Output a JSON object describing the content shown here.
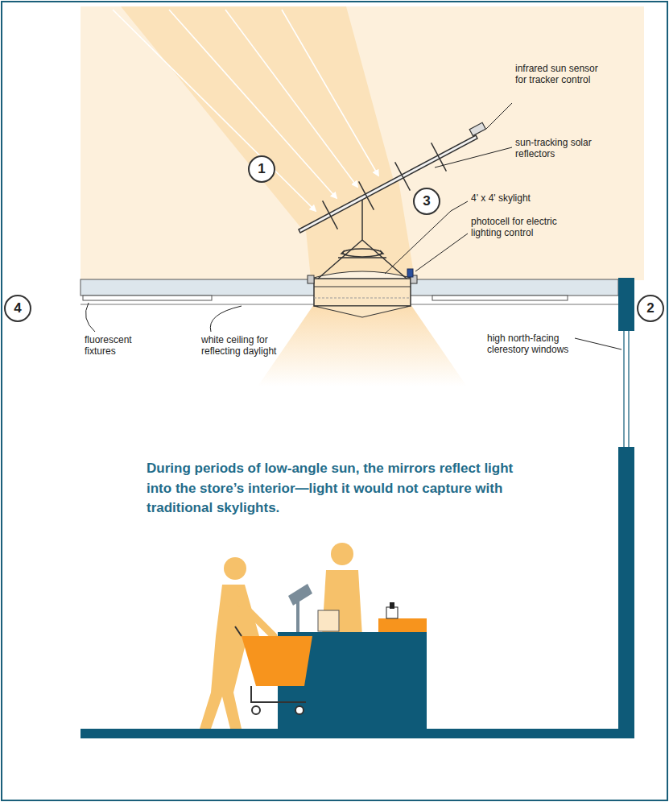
{
  "diagram": {
    "caption": "During periods of low-angle sun, the mirrors reflect light into the store’s interior—light it would not capture with traditional skylights.",
    "nodes": [
      {
        "text": [
          "1"
        ]
      },
      {
        "text": [
          "3"
        ]
      },
      {
        "text": [
          "4"
        ]
      },
      {
        "text": [
          "2"
        ]
      }
    ],
    "labels": [
      "infrared sun sensor for tracker control",
      "sun-tracking solar reflectors",
      "4' x 4' skylight",
      "photocell for electric lighting control",
      "fluorescent fixtures",
      "white ceiling for reflecting daylight",
      "high north-facing clerestory windows"
    ]
  }
}
